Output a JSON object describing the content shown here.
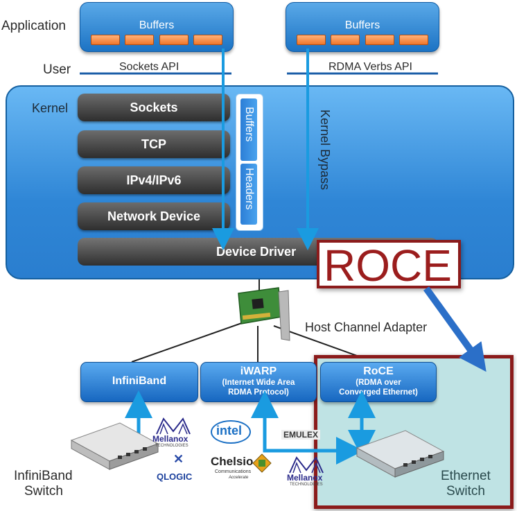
{
  "layers": {
    "application": "Application",
    "user": "User",
    "kernel": "Kernel"
  },
  "buffers_left": "Buffers",
  "buffers_right": "Buffers",
  "sockets_api": "Sockets API",
  "rdma_verbs_api": "RDMA Verbs API",
  "stack": [
    "Sockets",
    "TCP",
    "IPv4/IPv6",
    "Network Device"
  ],
  "device_driver": "Device Driver",
  "side_buffers": "Buffers",
  "side_headers": "Headers",
  "kernel_bypass": "Kernel Bypass",
  "roce_callout": "ROCE",
  "host_channel_adapter": "Host Channel Adapter",
  "protocols": {
    "infiniband": "InfiniBand",
    "iwarp_title": "iWARP",
    "iwarp_sub1": "(Internet Wide Area",
    "iwarp_sub2": "RDMA Protocol)",
    "roce_title": "RoCE",
    "roce_sub1": "(RDMA over",
    "roce_sub2": "Converged Ethernet)"
  },
  "infiniband_switch": [
    "InfiniBand",
    "Switch"
  ],
  "ethernet_switch": [
    "Ethernet",
    "Switch"
  ],
  "vendors": {
    "mellanox": "Mellanox",
    "mellanox_sub": "TECHNOLOGIES",
    "qlogic": "QLOGIC",
    "intel": "intel",
    "chelsio": "Chelsio",
    "chelsio_sub1": "Communications",
    "chelsio_sub2": "Accelerate",
    "emulex": "EMULEX"
  },
  "colors": {
    "blue_box": "#1c73c4",
    "buffer_cell": "#f0762a",
    "stack_layer": "#2e2e2e",
    "highlight_fill": "#bfe3e4",
    "highlight_border": "#8b1b1b",
    "arrow": "#1a9be0"
  }
}
